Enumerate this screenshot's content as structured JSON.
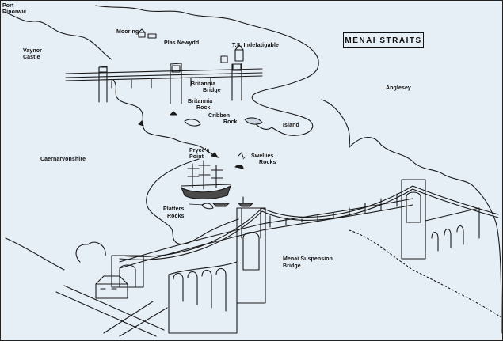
{
  "map": {
    "title": "MENAI STRAITS",
    "labels": {
      "port_dinorwic_1": "Port",
      "port_dinorwic_2": "Dinorwic",
      "vaynor_1": "Vaynor",
      "vaynor_2": "Castle",
      "mooring": "Mooring",
      "plas_newydd": "Plas Newydd",
      "ts_indefatigable": "T.S. Indefatigable",
      "anglesey": "Anglesey",
      "britannia_bridge_1": "Britannia",
      "britannia_bridge_2": "Bridge",
      "britannia_rock_1": "Britannia",
      "britannia_rock_2": "Rock",
      "cribben_rock_1": "Cribben",
      "cribben_rock_2": "Rock",
      "island": "Island",
      "caernarvonshire": "Caernarvonshire",
      "pryces_point_1": "Pryce's",
      "pryces_point_2": "Point",
      "swellies_rocks_1": "Swellies",
      "swellies_rocks_2": "Rocks",
      "platters_rocks_1": "Platters",
      "platters_rocks_2": "Rocks",
      "menai_suspension_1": "Menai Suspension",
      "menai_suspension_2": "Bridge"
    }
  }
}
